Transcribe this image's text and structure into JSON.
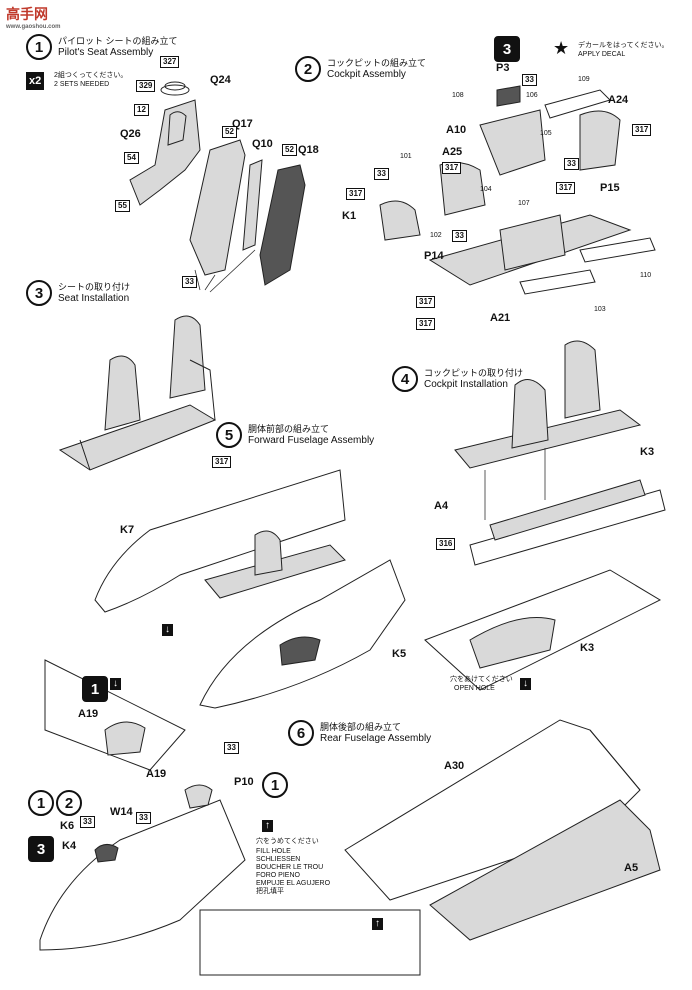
{
  "watermark": {
    "main": "高手网",
    "url": "www.gaoshou.com"
  },
  "steps": [
    {
      "num": "1",
      "jp": "パイロット シートの組み立て",
      "en": "Pilot's Seat Assembly"
    },
    {
      "num": "2",
      "jp": "コックピットの組み立て",
      "en": "Cockpit Assembly"
    },
    {
      "num": "3",
      "jp": "シートの取り付け",
      "en": "Seat Installation"
    },
    {
      "num": "4",
      "jp": "コックピットの取り付け",
      "en": "Cockpit Installation"
    },
    {
      "num": "5",
      "jp": "胴体前部の組み立て",
      "en": "Forward Fuselage Assembly"
    },
    {
      "num": "6",
      "jp": "胴体後部の組み立て",
      "en": "Rear Fuselage Assembly"
    }
  ],
  "notes": {
    "x2": "x2",
    "make_two_jp": "2組つくってください。",
    "make_two_en": "2 SETS NEEDED",
    "decal_jp": "デカールをはってください。",
    "decal_en": "APPLY DECAL",
    "open_hole_jp": "穴をあけてください",
    "open_hole_en": "OPEN HOLE",
    "fill_hole_jp": "穴をうめてください",
    "fill_hole_lines": [
      "FILL HOLE",
      "SCHLIESSEN",
      "BOUCHER LE TROU",
      "FORO PIENO",
      "EMPUJE EL AGUJERO",
      "把孔填平"
    ],
    "step3_badge": "3"
  },
  "parts": {
    "q24": "Q24",
    "q17": "Q17",
    "q10": "Q10",
    "q18": "Q18",
    "q26": "Q26",
    "p3": "P3",
    "a24": "A24",
    "a10": "A10",
    "a25": "A25",
    "p15": "P15",
    "k1": "K1",
    "p14": "P14",
    "a21": "A21",
    "k3": "K3",
    "a4": "A4",
    "k3b": "K3",
    "k7": "K7",
    "k5": "K5",
    "a19": "A19",
    "a19b": "A19",
    "p10": "P10",
    "w14": "W14",
    "k6": "K6",
    "k4": "K4",
    "a30": "A30",
    "a5": "A5"
  },
  "codes": {
    "c327": "327",
    "c329": "329",
    "c12": "12",
    "c54": "54",
    "c55": "55",
    "c52": "52",
    "c52b": "52",
    "c33a": "33",
    "c33_p3": "33",
    "c109": "109",
    "c108": "108",
    "c106": "106",
    "c105": "105",
    "c317a": "317",
    "c317b": "317",
    "c33b": "33",
    "c317c": "317",
    "c101": "101",
    "c33c": "33",
    "c104": "104",
    "c107": "107",
    "c102": "102",
    "c317d": "317",
    "c33d": "33",
    "c110": "110",
    "c103": "103",
    "c317e": "317",
    "c317f": "317",
    "c317g": "317",
    "c316": "316",
    "c33e": "33",
    "c33f": "33",
    "c33g": "33"
  },
  "badges": {
    "ref1": "1",
    "ref2": "2",
    "ref3": "3",
    "refb": "1"
  }
}
